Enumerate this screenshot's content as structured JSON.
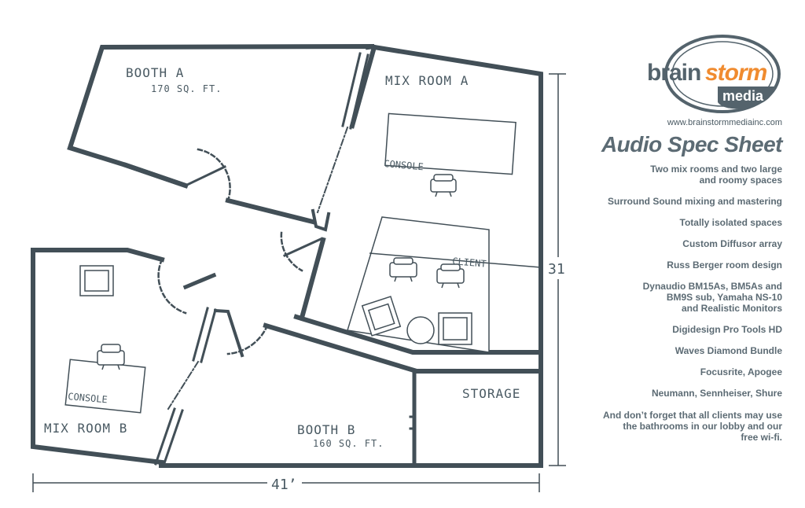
{
  "colors": {
    "wall": "#424f57",
    "text": "#54636c",
    "accent": "#f08b2f"
  },
  "rooms": {
    "booth_a": {
      "name": "BOOTH A",
      "area": "170 SQ. FT."
    },
    "mix_room_a": {
      "name": "MIX ROOM A"
    },
    "mix_room_b": {
      "name": "MIX ROOM B"
    },
    "booth_b": {
      "name": "BOOTH B",
      "area": "160 SQ. FT."
    },
    "storage": {
      "name": "STORAGE"
    }
  },
  "furniture": {
    "console_a": "CONSOLE",
    "console_b": "CONSOLE",
    "client": "CLIENT"
  },
  "dimensions": {
    "width": "41’",
    "height": "31’"
  },
  "brand": {
    "logo_brain": "brain",
    "logo_storm": "storm",
    "logo_media": "media",
    "website": "www.brainstormmediainc.com"
  },
  "spec": {
    "title": "Audio Spec Sheet",
    "features": [
      "Two mix rooms and two large\nand roomy spaces",
      "Surround  Sound mixing and mastering",
      "Totally isolated spaces",
      "Custom Diffusor array",
      "Russ Berger room design",
      "Dynaudio BM15As, BM5As and\nBM9S sub, Yamaha NS-10\nand Realistic Monitors",
      "Digidesign Pro Tools HD",
      "Waves Diamond Bundle",
      "Focusrite, Apogee",
      "Neumann, Sennheiser, Shure"
    ],
    "footnote": "And don’t forget that all clients may use\nthe bathrooms in our lobby and our\nfree wi-fi."
  }
}
